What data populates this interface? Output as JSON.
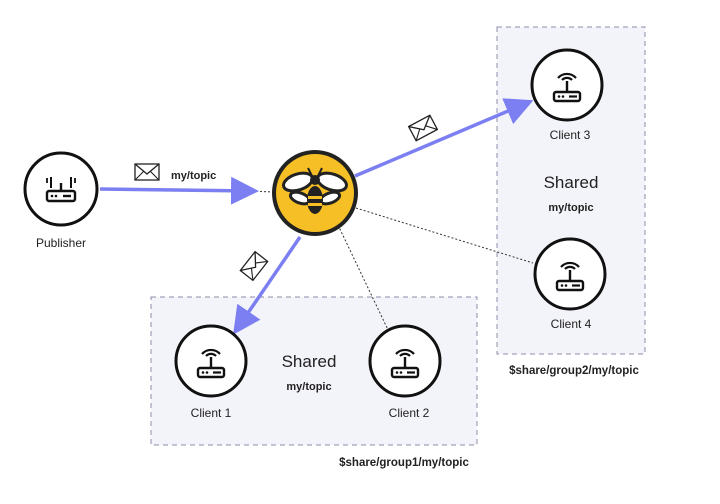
{
  "diagram": {
    "publisher": {
      "label": "Publisher",
      "topic": "my/topic"
    },
    "groups": [
      {
        "shared_label": "Shared",
        "shared_topic": "my/topic",
        "share_path": "$share/group1/my/topic"
      },
      {
        "shared_label": "Shared",
        "shared_topic": "my/topic",
        "share_path": "$share/group2/my/topic"
      }
    ],
    "clients": [
      {
        "label": "Client 1"
      },
      {
        "label": "Client 2"
      },
      {
        "label": "Client 3"
      },
      {
        "label": "Client 4"
      }
    ],
    "colors": {
      "arrow": "#7b7ff2",
      "broker_fill": "#f5bf25",
      "group_fill": "#f3f3fa",
      "group_border": "#8e8ea8"
    },
    "icons": [
      "router-icon",
      "bee-logo-icon",
      "envelope-icon"
    ]
  }
}
